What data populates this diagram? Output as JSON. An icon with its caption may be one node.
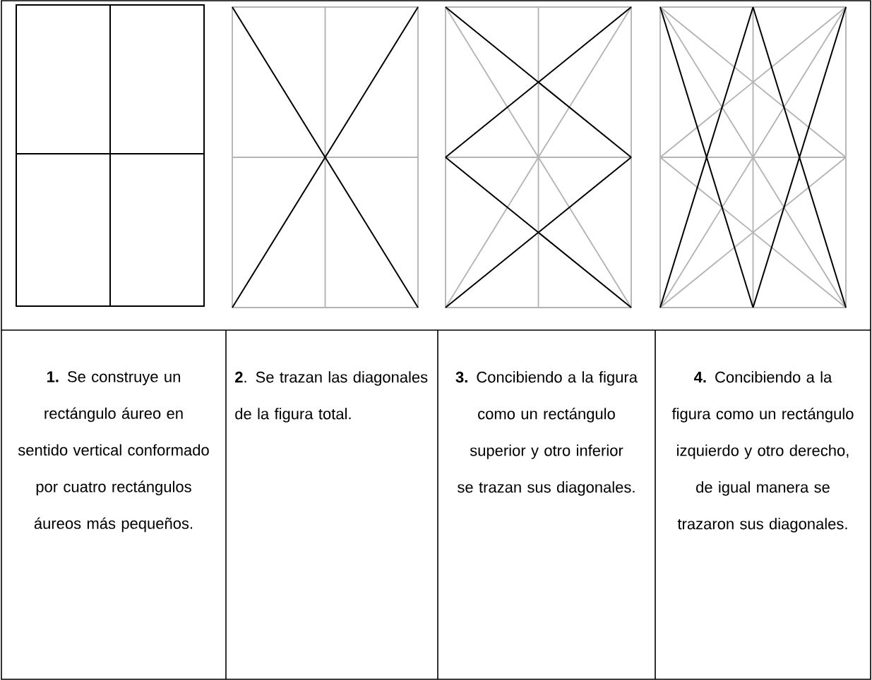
{
  "diagram": {
    "labels": [
      "**1.** Se construye un rectángulo áureo en sentido vertical conformado por cuatro rectángulos áureos más pequeños.",
      "**2**. Se trazan las diagonales de la figura total.",
      "**3.** Concibiendo a la figura como un rectángulo superior y otro inferior se trazan sus diagonales.",
      "**4.** Concibiendo a la figura como un rectángulo izquierdo y otro derecho, de igual manera se trazaron sus diagonales."
    ]
  }
}
